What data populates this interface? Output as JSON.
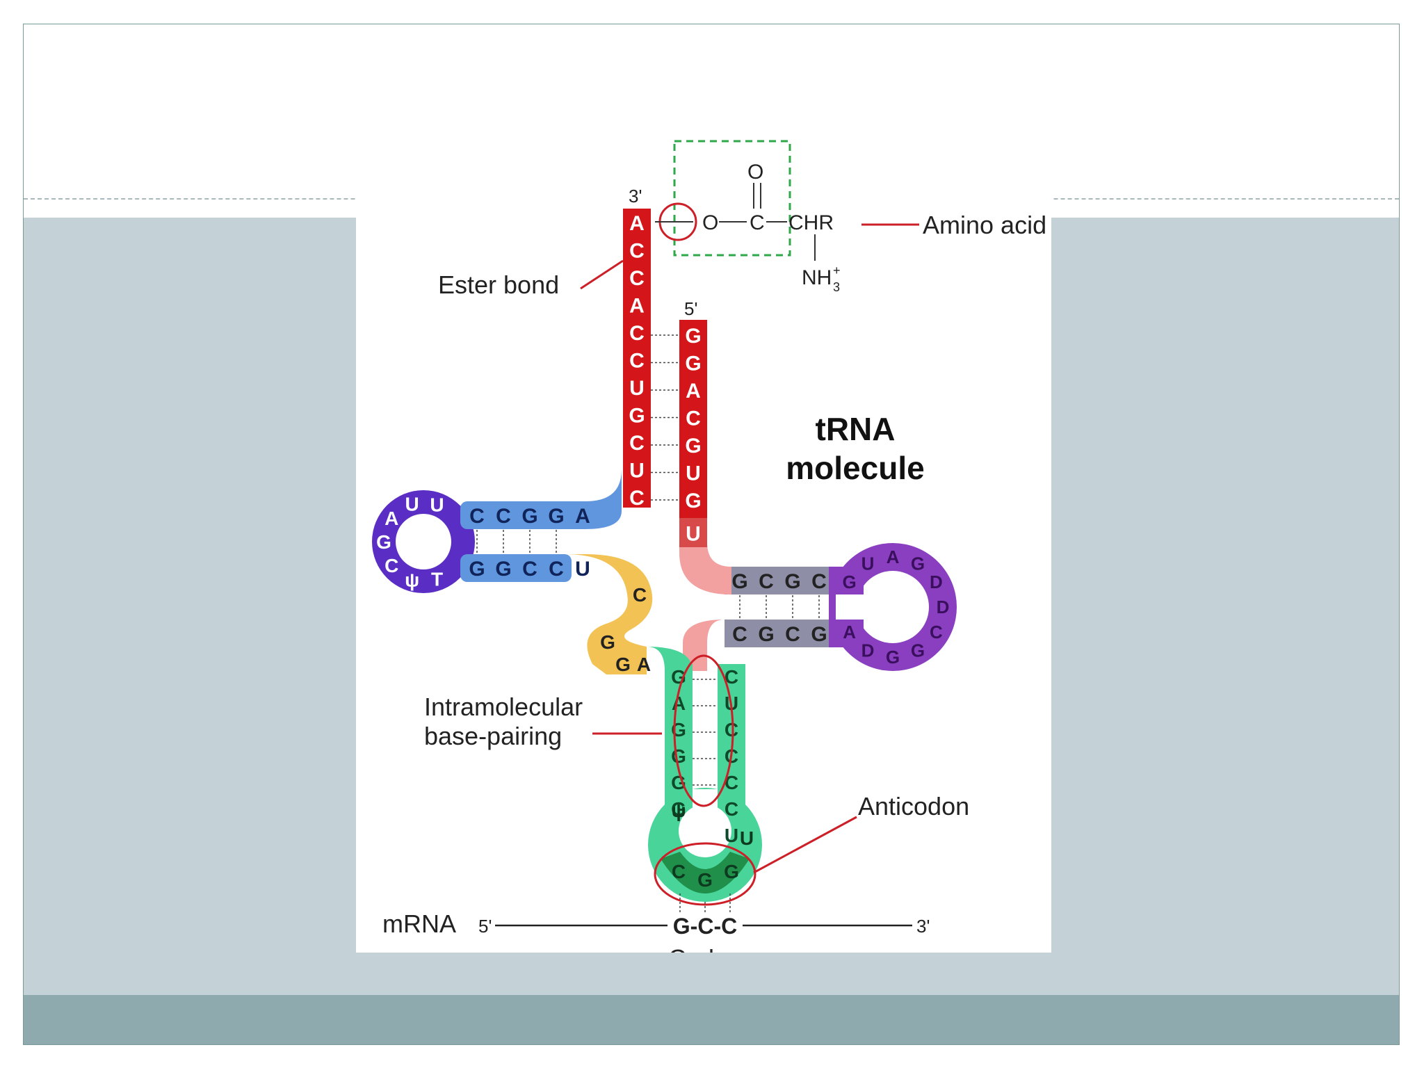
{
  "diagram": {
    "title_line1": "tRNA",
    "title_line2": "molecule",
    "label_amino_acid": "Amino acid",
    "label_ester_bond": "Ester bond",
    "label_intramolecular_line1": "Intramolecular",
    "label_intramolecular_line2": "base-pairing",
    "label_anticodon": "Anticodon",
    "label_codon": "Codon",
    "label_mrna": "mRNA",
    "prime_3_top": "3'",
    "prime_5_top": "5'",
    "prime_5_mrna": "5'",
    "prime_3_mrna": "3'",
    "codon_text": "G-C-C",
    "chem": {
      "O": "O",
      "O_top": "O",
      "C": "C",
      "CHR": "CHR",
      "NH3": "NH",
      "sub3": "3",
      "plus": "+"
    },
    "acceptor_3_strand": [
      "A",
      "C",
      "C",
      "A",
      "C",
      "C",
      "U",
      "G",
      "C",
      "U",
      "C"
    ],
    "acceptor_5_strand": [
      "G",
      "G",
      "A",
      "C",
      "G",
      "U",
      "G",
      "U"
    ],
    "d_stem_top": [
      "C",
      "C",
      "G",
      "G",
      "A"
    ],
    "d_stem_bottom": [
      "G",
      "G",
      "C",
      "C",
      "U"
    ],
    "d_loop": [
      "U",
      "U",
      "A",
      "G",
      "C",
      "ψ",
      "T"
    ],
    "variable_region": [
      "C",
      "G",
      "G",
      "A"
    ],
    "t_stem_top": [
      "G",
      "C",
      "G",
      "C"
    ],
    "t_stem_bottom": [
      "C",
      "G",
      "C",
      "G"
    ],
    "t_loop": [
      "G",
      "U",
      "A",
      "G",
      "D",
      "D",
      "C",
      "G",
      "G",
      "D",
      "A"
    ],
    "anticodon_stem_left": [
      "G",
      "A",
      "G",
      "G",
      "G",
      "G"
    ],
    "anticodon_stem_right": [
      "C",
      "U",
      "C",
      "C",
      "C",
      "C",
      "U"
    ],
    "anticodon_loop": [
      "ψ",
      "U",
      "C",
      "G",
      "G"
    ],
    "colors": {
      "acceptor": "#d4161a",
      "d_arm": "#5f96de",
      "d_loop": "#5a2dc4",
      "t_arm": "#8e8ea6",
      "t_loop": "#8a3fc0",
      "anticodon": "#49d49a",
      "anticodon_dark": "#1f8f4a",
      "variable": "#f2c354",
      "pink": "#f2a0a0",
      "bond_line": "#cc1f27"
    }
  }
}
